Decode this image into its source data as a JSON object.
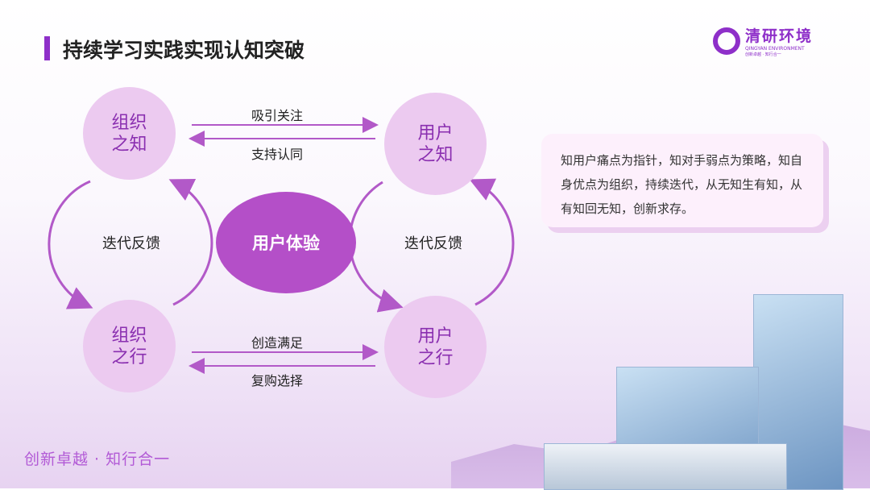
{
  "header": {
    "title": "持续学习实践实现认知突破"
  },
  "logo": {
    "name": "清研环境",
    "english": "QINGYAN ENVIRONMENT",
    "slogan": "创新卓越 · 知行合一"
  },
  "diagram": {
    "center": "用户体验",
    "nodes": {
      "org_know": "组织\n之知",
      "user_know": "用户\n之知",
      "org_act": "组织\n之行",
      "user_act": "用户\n之行"
    },
    "top_right": "吸引关注",
    "top_left": "支持认同",
    "bottom_right": "创造满足",
    "bottom_left": "复购选择",
    "left_loop": "迭代反馈",
    "right_loop": "迭代反馈",
    "accent": "#b44fc8"
  },
  "card": {
    "text": "知用户痛点为指针，知对手弱点为策略，知自身优点为组织，持续迭代，从无知生有知，从有知回无知，创新求存。"
  },
  "footer": {
    "slogan": "创新卓越 · 知行合一"
  }
}
